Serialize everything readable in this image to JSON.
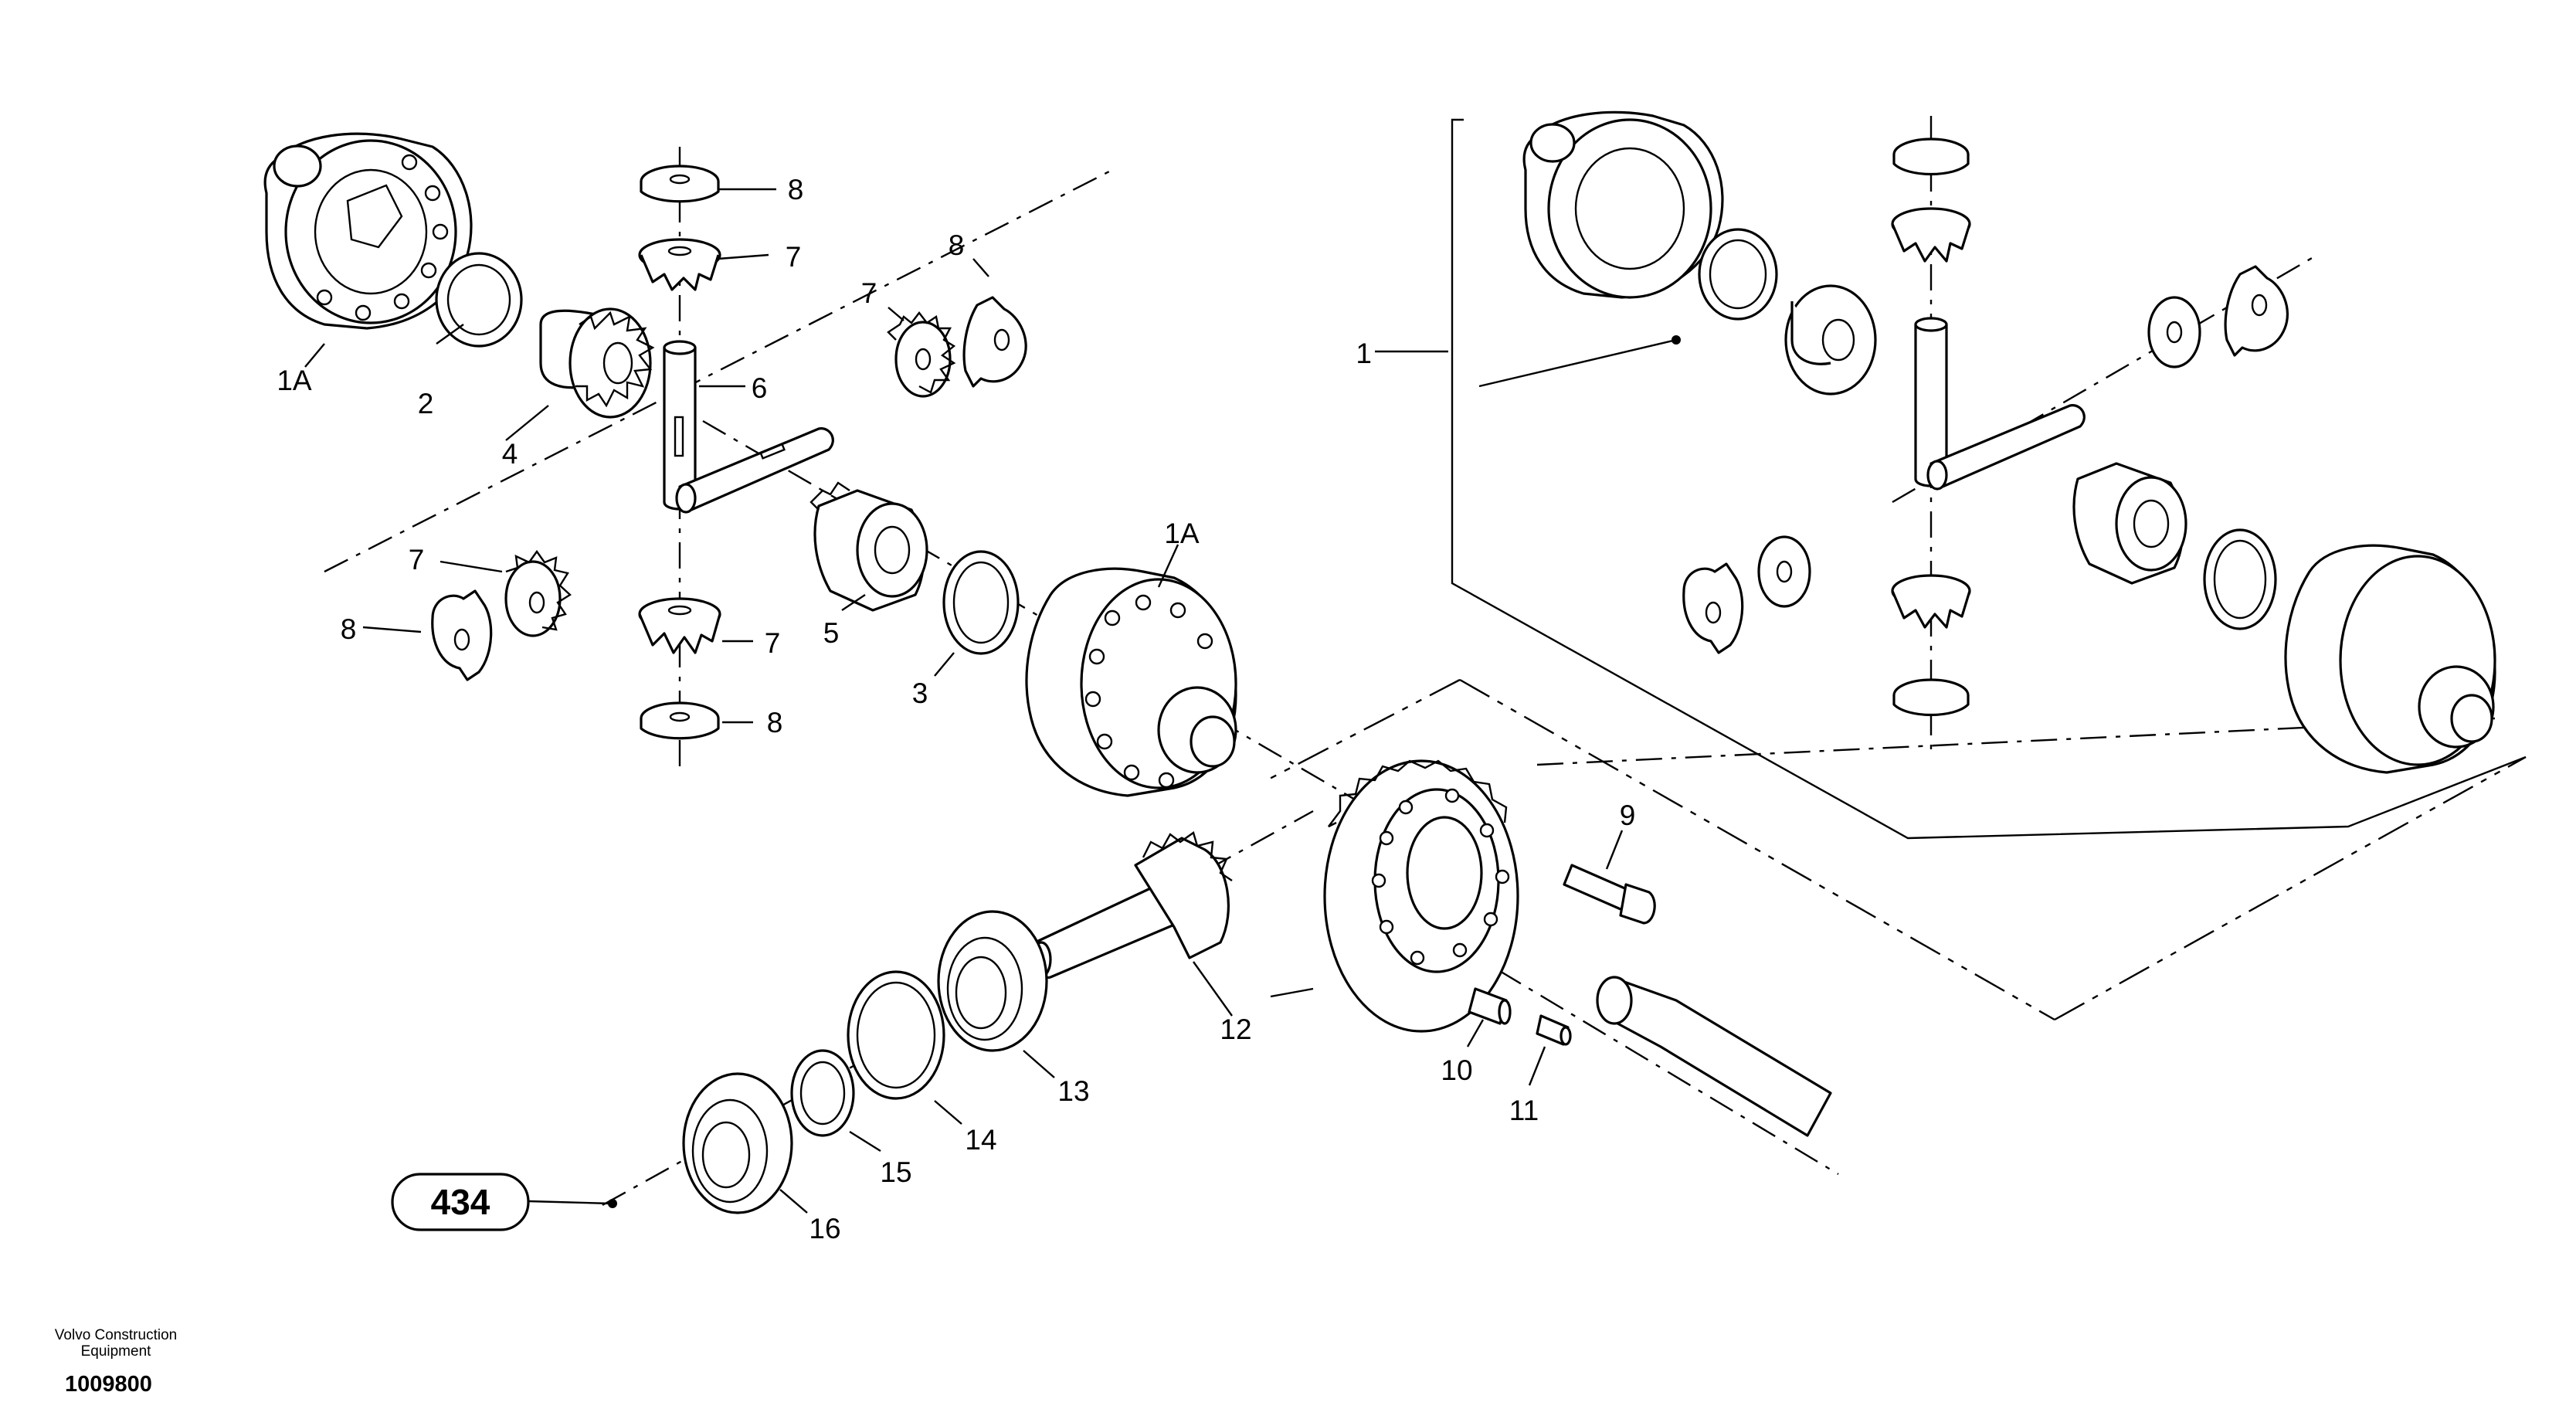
{
  "callouts": {
    "c1": "1",
    "c1A_top": "1A",
    "c1A_mid": "1A",
    "c2": "2",
    "c3": "3",
    "c4": "4",
    "c5": "5",
    "c6": "6",
    "c7_top": "7",
    "c7_right": "7",
    "c7_left": "7",
    "c7_bottom": "7",
    "c8_top": "8",
    "c8_right": "8",
    "c8_left": "8",
    "c8_bottom": "8",
    "c9": "9",
    "c10": "10",
    "c11": "11",
    "c12": "12",
    "c13": "13",
    "c14": "14",
    "c15": "15",
    "c16": "16"
  },
  "reference": {
    "label": "434"
  },
  "footer": {
    "brand_line1": "Volvo Construction",
    "brand_line2": "Equipment",
    "document_number": "1009800"
  }
}
